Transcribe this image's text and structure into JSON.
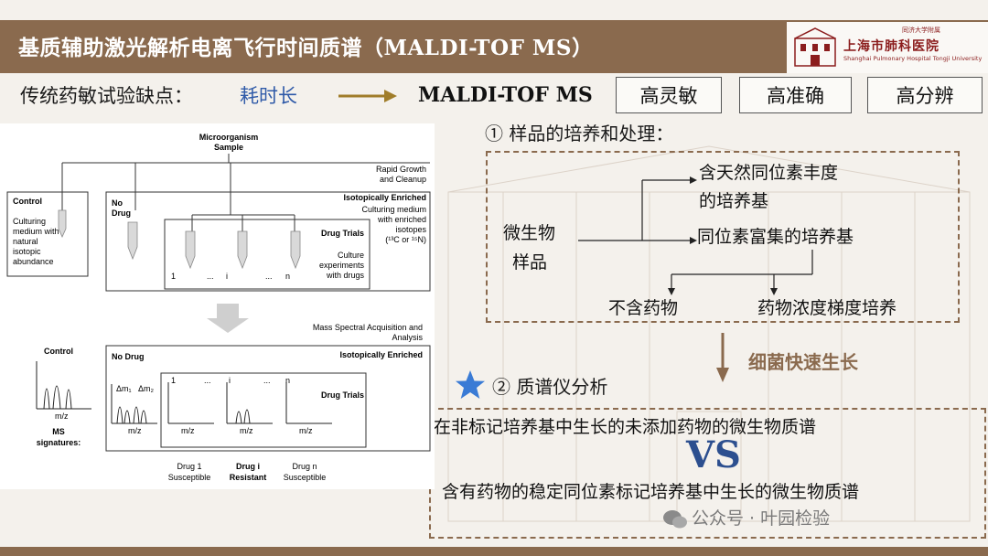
{
  "header": {
    "title": "基质辅助激光解析电离飞行时间质谱（MALDI-TOF MS）",
    "logo": {
      "top_text": "同济大学附属",
      "name_cn": "上海市肺科医院",
      "name_en": "Shanghai Pulmonary Hospital Tongji University"
    }
  },
  "intro": {
    "traditional_label": "传统药敏试验缺点：",
    "traditional_value": "耗时长",
    "method": "MALDI-TOF MS",
    "advantages": [
      "高灵敏",
      "高准确",
      "高分辨"
    ]
  },
  "step1": {
    "title": "① 样品的培养和处理：",
    "sample": [
      "微生物",
      "样品"
    ],
    "medium_natural": [
      "含天然同位素丰度",
      "的培养基"
    ],
    "medium_enriched": "同位素富集的培养基",
    "no_drug": "不含药物",
    "drug_gradient": "药物浓度梯度培养"
  },
  "growth_label": "细菌快速生长",
  "step2": {
    "title": "② 质谱仪分析",
    "compare_a": "在非标记培养基中生长的未添加药物的微生物质谱",
    "vs": "VS",
    "compare_b": "含有药物的稳定同位素标记培养基中生长的微生物质谱"
  },
  "watermark": "公众号 · 叶园检验",
  "figure": {
    "sample_title": [
      "Microorganism",
      "Sample"
    ],
    "rapid_growth": [
      "Rapid Growth",
      "and Cleanup"
    ],
    "isotopically_enriched": "Isotopically Enriched",
    "enriched_desc": [
      "Culturing medium",
      "with enriched",
      "isotopes",
      "(¹³C or ¹⁵N)"
    ],
    "control": "Control",
    "control_desc": [
      "Culturing",
      "medium with",
      "natural",
      "isotopic",
      "abundance"
    ],
    "no_drug": [
      "No",
      "Drug"
    ],
    "drug_trials": "Drug Trials",
    "culture_desc": [
      "Culture",
      "experiments",
      "with drugs"
    ],
    "tube_labels": [
      "1",
      "...",
      "i",
      "...",
      "n"
    ],
    "mass_spec": [
      "Mass Spectral Acquisition and",
      "Analysis"
    ],
    "no_drug_full": "No Drug",
    "delta1": "Δm₁",
    "delta2": "Δm₂",
    "mz": "m/z",
    "ms_signatures": [
      "MS",
      "signatures:"
    ],
    "spectra_idx": [
      "1",
      "...",
      "i",
      "...",
      "n"
    ],
    "drug1": [
      "Drug 1",
      "Susceptible"
    ],
    "drugi": [
      "Drug i",
      "Resistant"
    ],
    "drugn": [
      "Drug n",
      "Susceptible"
    ]
  }
}
